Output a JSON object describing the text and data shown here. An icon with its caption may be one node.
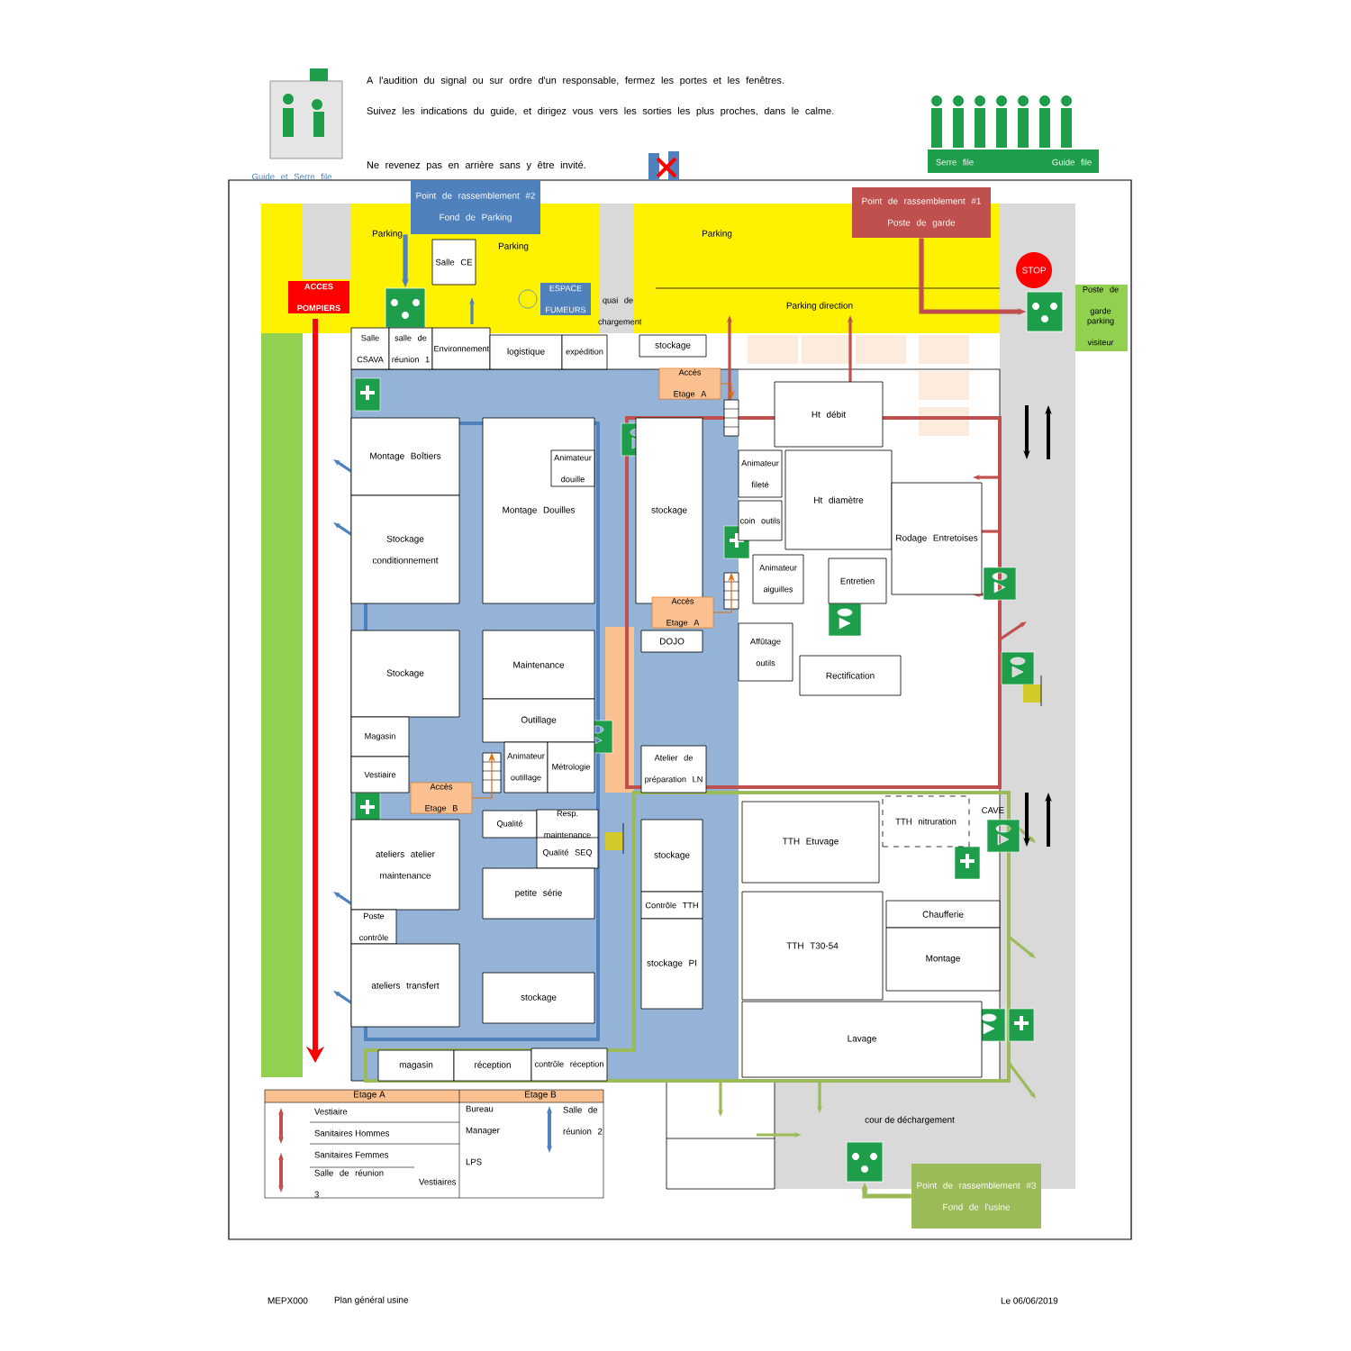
{
  "diagram": {
    "caption": "Plan général usine",
    "nodes": [
      {
        "text": [
          "Point de rassemblement #2",
          "Fond de Parking"
        ]
      },
      {
        "text": [],
        "shape": "picture"
      },
      {
        "text": [
          "Point de rassemblement #1",
          "Poste de garde"
        ]
      },
      {
        "text": [],
        "shape": "picture"
      },
      {
        "text": [
          "Point de rassemblement #3",
          "Fond de l'usine"
        ]
      },
      {
        "text": [],
        "shape": "picture"
      },
      {
        "text": [
          "ACCES POMPIERS"
        ]
      },
      {
        "text": [
          "Salle CE"
        ]
      },
      {
        "text": [
          "Salle CSAVA"
        ]
      },
      {
        "text": [
          "salle de réunion 1"
        ]
      },
      {
        "text": [
          "Environnement"
        ]
      },
      {
        "text": [
          "logistique"
        ]
      },
      {
        "text": [
          "expédition"
        ]
      },
      {
        "text": [
          "stockage"
        ]
      },
      {
        "text": [
          "Montage Boîtiers"
        ]
      },
      {
        "text": [
          "Stockage conditionnement"
        ]
      },
      {
        "text": [
          "Montage Douilles"
        ]
      },
      {
        "text": [
          "Animateur douille"
        ],
        "in": 16
      },
      {
        "text": [
          "stockage"
        ]
      },
      {
        "text": [
          "Stockage"
        ]
      },
      {
        "text": [
          "Magasin"
        ]
      },
      {
        "text": [
          "Vestiaire"
        ]
      },
      {
        "text": [
          "Maintenance"
        ]
      },
      {
        "text": [
          "Outillage"
        ]
      },
      {
        "text": [
          "Animateur outillage"
        ]
      },
      {
        "text": [
          "Métrologie"
        ]
      },
      {
        "text": [
          "DOJO"
        ]
      },
      {
        "text": [
          "Atelier de préparation LN"
        ]
      },
      {
        "text": [
          "ateliers atelier maintenance"
        ]
      },
      {
        "text": [
          "Poste contrôle"
        ]
      },
      {
        "text": [
          "ateliers transfert"
        ]
      },
      {
        "text": [
          "Qualité"
        ]
      },
      {
        "text": [
          "Resp. maintenance"
        ]
      },
      {
        "text": [
          "Qualité SEQ"
        ]
      },
      {
        "text": [
          "petite série"
        ]
      },
      {
        "text": [
          "stockage"
        ]
      },
      {
        "text": [
          "stockage"
        ]
      },
      {
        "text": [
          "Contrôle TTH"
        ]
      },
      {
        "text": [
          "stockage PI"
        ]
      },
      {
        "text": [
          "magasin"
        ]
      },
      {
        "text": [
          "réception"
        ]
      },
      {
        "text": [
          "contrôle réception"
        ]
      },
      {
        "text": [
          "Ht débit"
        ]
      },
      {
        "text": [
          "Animateur fileté"
        ]
      },
      {
        "text": [
          "Ht diamètre"
        ]
      },
      {
        "text": [
          "coin outils"
        ]
      },
      {
        "text": [
          "Rodage Entretoises"
        ]
      },
      {
        "text": [
          "Animateur aiguilles"
        ]
      },
      {
        "text": [
          "Entretien"
        ]
      },
      {
        "text": [
          "Affûtage outils"
        ]
      },
      {
        "text": [
          "Rectification"
        ]
      },
      {
        "text": [
          "TTH Etuvage"
        ]
      },
      {
        "text": [
          "TTH nitruration"
        ],
        "beside": [
          "CAVE"
        ]
      },
      {
        "text": [
          "TTH T30-54"
        ]
      },
      {
        "text": [
          "Chaufferie"
        ]
      },
      {
        "text": [
          "Montage"
        ]
      },
      {
        "text": [
          "Lavage"
        ]
      },
      {
        "text": [
          "Accès Etage A"
        ]
      },
      {
        "text": [
          "Accès Etage A"
        ]
      },
      {
        "text": [
          "Accès Etage B"
        ]
      },
      {
        "text": [],
        "shape": "box"
      },
      {
        "text": [],
        "shape": "box"
      },
      {
        "text": [],
        "shape": "box"
      }
    ],
    "edges": [
      {
        "from": 0,
        "to": 1,
        "arrow": "to",
        "style": "thick",
        "color": "#4f81bd"
      },
      {
        "from": 2,
        "to": 3,
        "arrow": "to",
        "style": "thick",
        "color": "#c0504d"
      },
      {
        "from": 4,
        "to": 5,
        "arrow": "to",
        "style": "thick",
        "color": "#9bbb59"
      },
      {
        "from": 57,
        "to": 60,
        "arrow": "to",
        "color": "#e46c0a"
      },
      {
        "from": 58,
        "to": 61,
        "arrow": "to",
        "color": "#e46c0a"
      },
      {
        "from": 59,
        "to": 62,
        "arrow": "to",
        "color": "#e46c0a"
      }
    ],
    "labels": [
      "A l'audition du signal ou sur ordre d'un responsable, fermez les portes et les fenêtres.",
      "Suivez les indications du guide, et dirigez vous vers les sorties les plus proches, dans le calme.",
      "Ne revenez pas en arrière sans y être invité.",
      "Guide et Serre file",
      "Serre file",
      "Guide file",
      "Parking",
      "Parking",
      "Parking",
      "Parking direction",
      "quai de chargement",
      "STOP",
      "Poste de garde",
      "parking visiteur",
      "ESPACE FUMEURS",
      "cour de déchargement",
      "Etage A",
      "Etage B",
      "Vestiaire",
      "Sanitaires Hommes",
      "Sanitaires Femmes",
      "Salle de réunion 3",
      "Vestiaires",
      "Bureau Manager",
      "LPS",
      "Salle de réunion 2",
      "MEPX000",
      "Le 06/06/2019"
    ]
  }
}
